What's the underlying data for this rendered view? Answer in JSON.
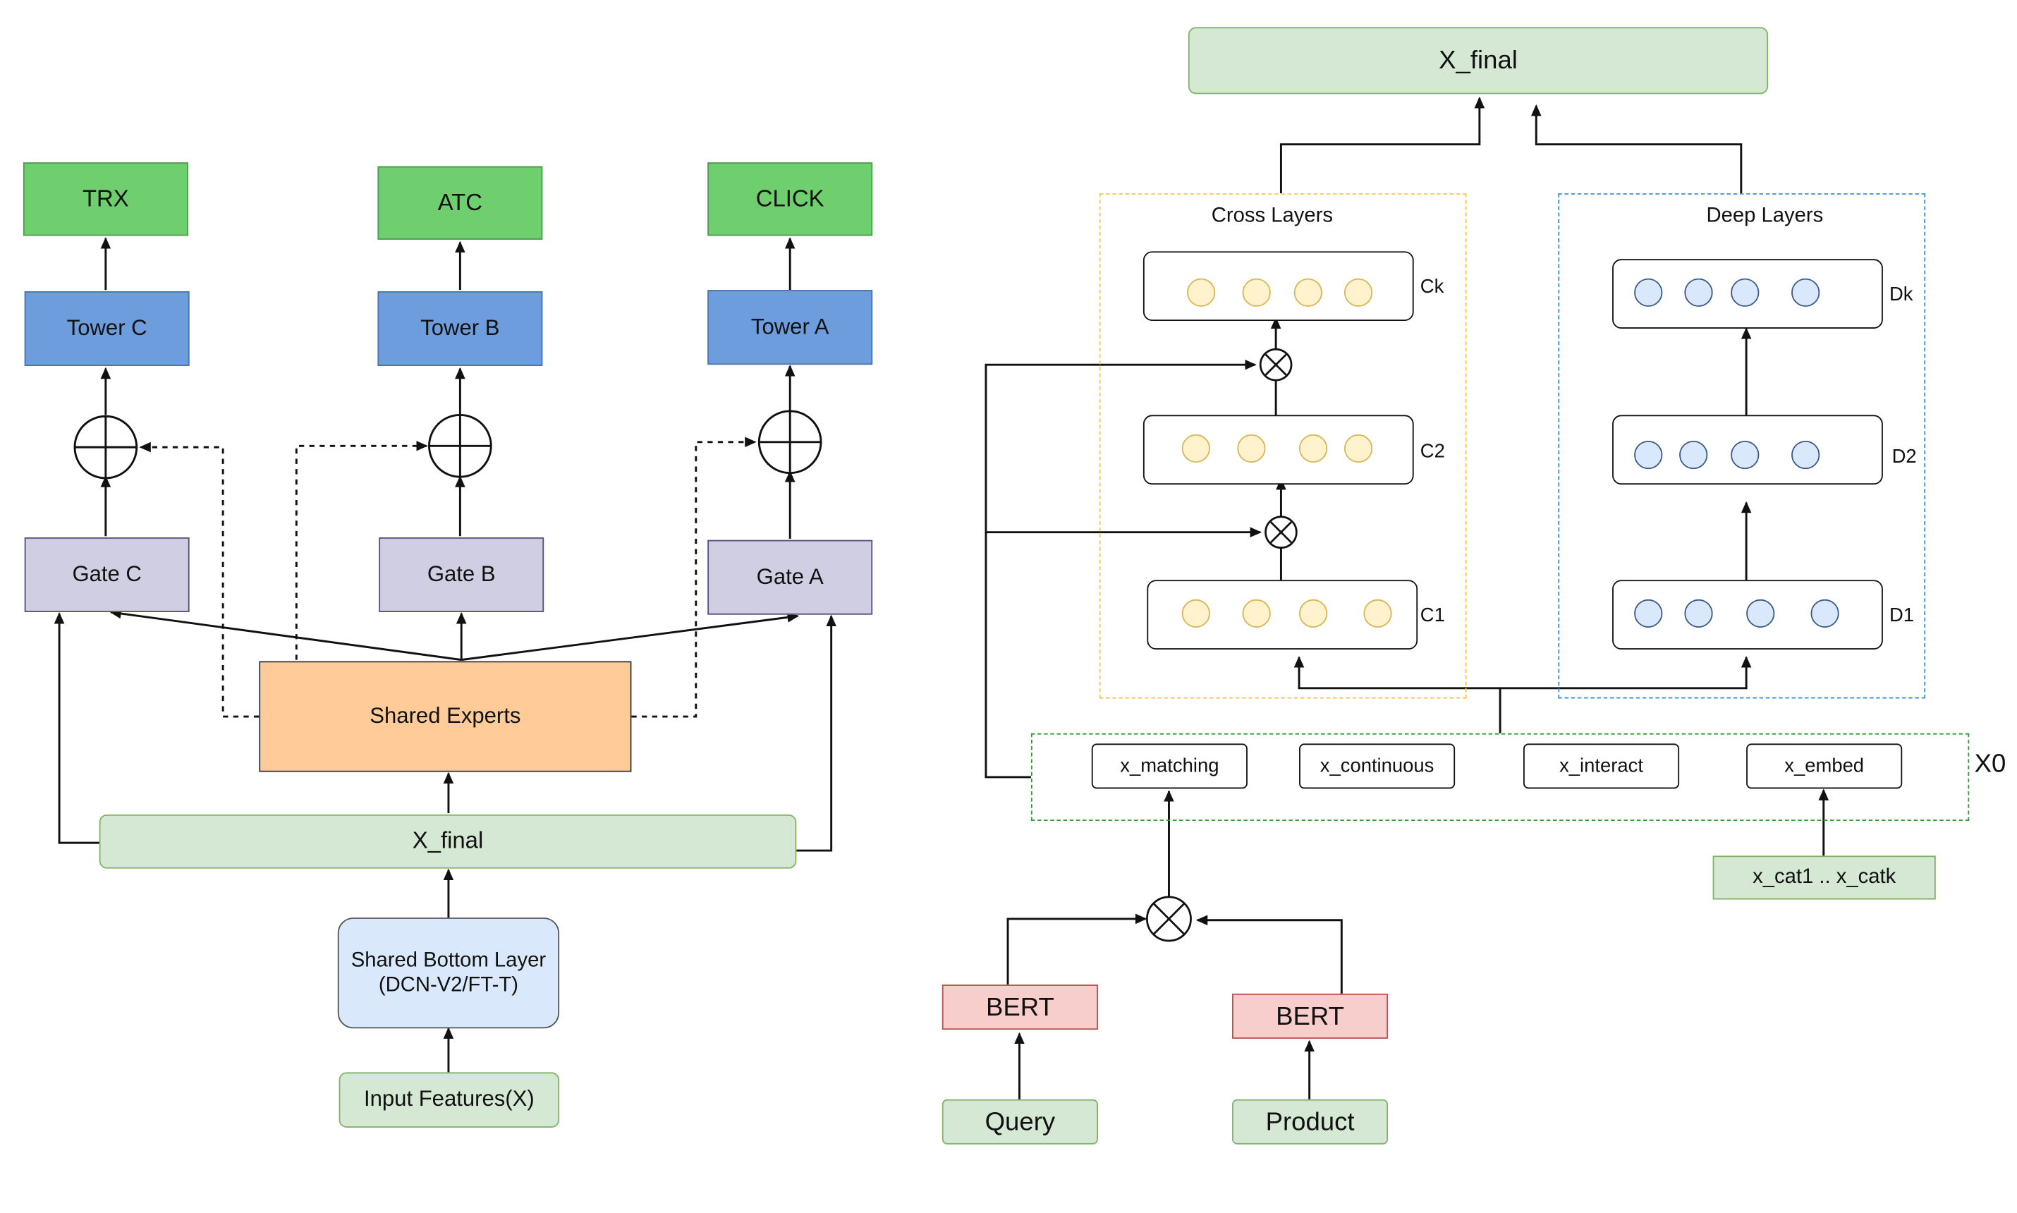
{
  "left": {
    "outputs": {
      "trx": "TRX",
      "atc": "ATC",
      "click": "CLICK"
    },
    "towers": {
      "c": "Tower C",
      "b": "Tower B",
      "a": "Tower A"
    },
    "gates": {
      "c": "Gate C",
      "b": "Gate B",
      "a": "Gate A"
    },
    "shared_experts": "Shared Experts",
    "x_final": "X_final",
    "shared_bottom": {
      "line1": "Shared Bottom Layer",
      "line2": "(DCN-V2/FT-T)"
    },
    "input_features": "Input Features(X)"
  },
  "right": {
    "x_final": "X_final",
    "cross_layers": {
      "title": "Cross Layers",
      "layers": [
        {
          "label": "Ck"
        },
        {
          "label": "C2"
        },
        {
          "label": "C1"
        }
      ]
    },
    "deep_layers": {
      "title": "Deep Layers",
      "layers": [
        {
          "label": "Dk"
        },
        {
          "label": "D2"
        },
        {
          "label": "D1"
        }
      ]
    },
    "x0": {
      "label": "X0",
      "features": [
        "x_matching",
        "x_continuous",
        "x_interact",
        "x_embed"
      ]
    },
    "categorical": "x_cat1 .. x_catk",
    "bert_query": "BERT",
    "bert_product": "BERT",
    "query": "Query",
    "product": "Product"
  },
  "colors": {
    "green_fill": "#d5e8d4",
    "output_green": "#6fcf6f",
    "tower_blue": "#6d9ddd",
    "gate_purple": "#d0cee2",
    "experts_orange": "#ffcc99",
    "bert_red": "#f8cecc",
    "cross_dot_yellow": "#fff2cc",
    "deep_dot_blue": "#dae8fc"
  }
}
